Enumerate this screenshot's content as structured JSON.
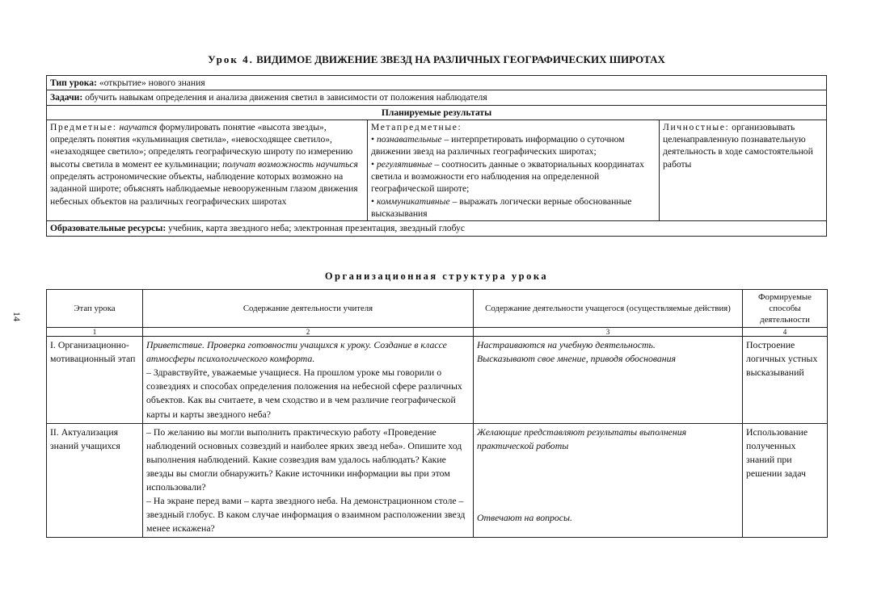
{
  "title": {
    "prefix": "Урок 4.",
    "text": "ВИДИМОЕ ДВИЖЕНИЕ ЗВЕЗД НА РАЗЛИЧНЫХ ГЕОГРАФИЧЕСКИХ ШИРОТАХ"
  },
  "info": {
    "type_label": "Тип урока:",
    "type_value": "«открытие» нового знания",
    "tasks_label": "Задачи:",
    "tasks_value": "обучить навыкам определения и анализа движения светил в зависимости от положения наблюдателя",
    "results_header": "Планируемые результаты",
    "subject": {
      "label": "Предметные:",
      "it1": "научатся",
      "text1": "формулировать понятие «высота звезды», определять понятия «кульминация светила», «невосходящее светило», «незаходящее светило»; определять географическую широту по измерению высоты светила в момент ее кульминации;",
      "it2": "получат возможность научиться",
      "text2": "определять астрономические объекты, наблюдение которых возможно на заданной широте; объяснять наблюдаемые невооруженным глазом движения небесных объектов на различных географических широтах"
    },
    "meta": {
      "label": "Метапредметные:",
      "items": [
        {
          "it": "познавательные",
          "text": " – интерпретировать информацию о суточном движении звезд на различных географических широтах;"
        },
        {
          "it": "регулятивные",
          "text": " – соотносить данные о экваториальных координатах светила и возможности его наблюдения на определенной географической широте;"
        },
        {
          "it": "коммуникативные",
          "text": " – выражать логически верные обоснованные высказывания"
        }
      ]
    },
    "personal": {
      "label": "Личностные:",
      "text": "организовывать целенаправленную познавательную деятельность в ходе самостоятельной работы"
    },
    "resources_label": "Образовательные ресурсы:",
    "resources_value": "учебник, карта звездного неба; электронная презентация, звездный глобус"
  },
  "section_title": "Организационная структура урока",
  "page_number": "14",
  "structure": {
    "headers": [
      "Этап урока",
      "Содержание деятельности учителя",
      "Содержание деятельности учащегося (осуществляемые действия)",
      "Формируемые способы деятельности"
    ],
    "numbers": [
      "1",
      "2",
      "3",
      "4"
    ],
    "rows": [
      {
        "stage": "I. Организационно-мотивационный этап",
        "teacher_it": "Приветствие. Проверка готовности учащихся к уроку. Создание в классе атмосферы психологического комфорта.",
        "teacher_text": "– Здравствуйте, уважаемые учащиеся. На прошлом уроке мы говорили о созвездиях и способах определения положения на небесной сфере различных объектов. Как вы считаете, в чем сходство и в чем различие географической карты и карты звездного неба?",
        "student_1": "Настраиваются на учебную деятельность.",
        "student_2": "Высказывают свое мнение, приводя обоснования",
        "skills": "Построение логичных устных высказываний"
      },
      {
        "stage": "II. Актуализация знаний учащихся",
        "teacher_text": "– По желанию вы могли выполнить практическую работу «Проведение наблюдений основных созвездий и наиболее ярких звезд неба». Опишите ход выполнения наблюдений. Какие созвездия вам удалось наблюдать? Какие звезды вы смогли обнаружить? Какие источники информации вы при этом использовали?",
        "teacher_text_2": "– На экране перед вами – карта звездного неба. На демонстрационном столе – звездный глобус. В каком случае информация о взаимном расположении звезд менее искажена?",
        "student_1": "Желающие представляют результаты выполнения практической работы",
        "student_2": "Отвечают на вопросы.",
        "skills": "Использование полученных знаний при решении задач"
      }
    ]
  }
}
